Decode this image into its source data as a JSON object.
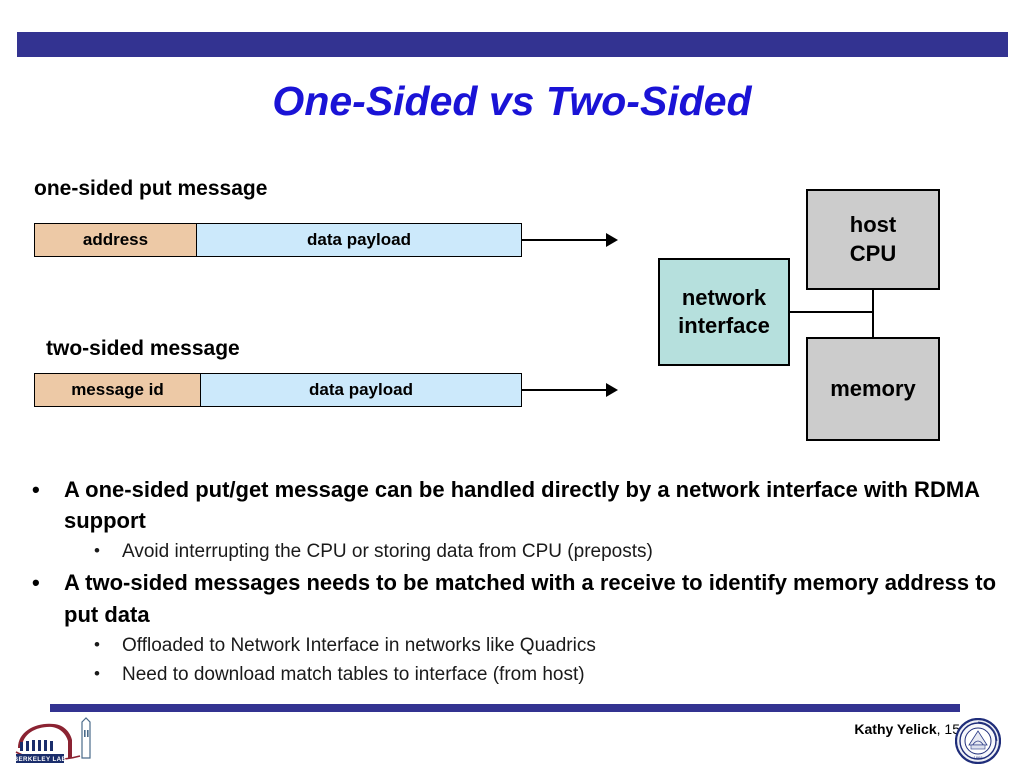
{
  "slide": {
    "title": "One-Sided vs Two-Sided",
    "top_bar_color": "#333391",
    "title_color": "#1a13d6"
  },
  "diagram": {
    "one_sided": {
      "caption": "one-sided put message",
      "segments": [
        {
          "label": "address",
          "color": "#edc9a6"
        },
        {
          "label": "data payload",
          "color": "#cce9fb"
        }
      ],
      "arrow": "arrow-right"
    },
    "two_sided": {
      "caption": "two-sided message",
      "segments": [
        {
          "label": "message id",
          "color": "#edc9a6"
        },
        {
          "label": "data payload",
          "color": "#cce9fb"
        }
      ],
      "arrow": "arrow-right"
    },
    "hardware": {
      "host_cpu": {
        "line1": "host",
        "line2": "CPU",
        "color": "#cccccc"
      },
      "network_interface": {
        "line1": "network",
        "line2": "interface",
        "color": "#b6e0dd"
      },
      "memory": {
        "line1": "memory",
        "color": "#cccccc"
      }
    }
  },
  "bullets": [
    {
      "marker": "•",
      "text": "A one-sided put/get message can be handled directly by a network interface with RDMA support",
      "children": [
        {
          "marker": "•",
          "text": "Avoid interrupting the CPU or storing data from CPU (preposts)"
        }
      ]
    },
    {
      "marker": "•",
      "text": "A two-sided messages needs to be matched with a receive to identify memory address to put data",
      "children": [
        {
          "marker": "•",
          "text": "Offloaded to Network Interface in networks like Quadrics"
        },
        {
          "marker": "•",
          "text": "Need to download match tables to interface (from host)"
        }
      ]
    }
  ],
  "footer": {
    "author": "Kathy Yelick",
    "slide_number": ", 15",
    "rule_color": "#333391",
    "left_logo": "berkeley-lab-logo",
    "right_logo": "uc-berkeley-seal"
  }
}
